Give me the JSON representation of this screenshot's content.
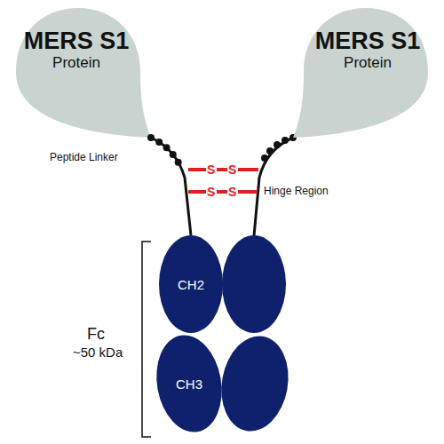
{
  "diagram": {
    "nodes": [
      {
        "text": [
          "MERS S1",
          "Protein"
        ]
      },
      {
        "text": [
          "MERS S1",
          "Protein"
        ]
      },
      {
        "text": [
          "CH2"
        ]
      },
      {
        "text": [
          "CH3"
        ]
      }
    ],
    "edges": [
      {
        "from": 0,
        "to": 2,
        "arrow": "none"
      }
    ],
    "labels": [
      "Peptide Linker",
      "S",
      "S",
      "S",
      "S",
      "Hinge Region",
      "Fc",
      "~50 kDa"
    ]
  }
}
